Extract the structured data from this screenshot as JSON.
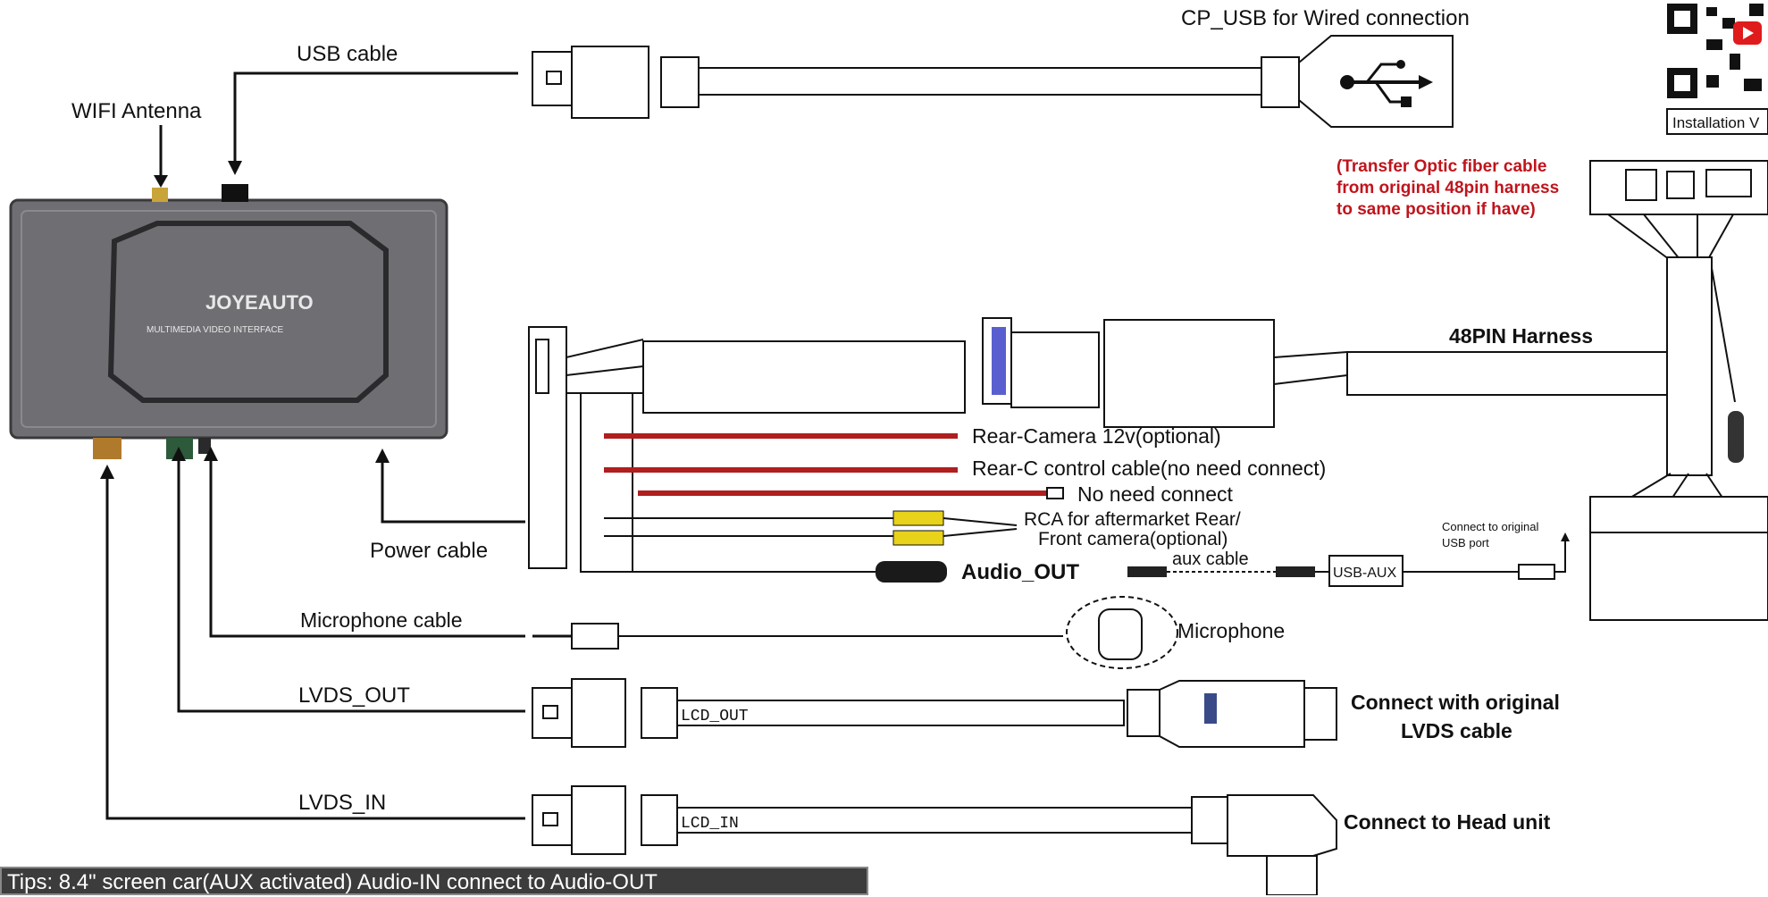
{
  "labels": {
    "usb_cable": "USB cable",
    "wifi_antenna": "WIFI Antenna",
    "cp_usb": "CP_USB for Wired connection",
    "installation": "Installation V",
    "transfer_note": [
      "(Transfer Optic fiber cable",
      "from original 48pin harness",
      "to same position if have)"
    ],
    "harness_48pin": "48PIN Harness",
    "rear_camera_12v": "Rear-Camera 12v(optional)",
    "rear_c_control": "Rear-C control cable(no need connect)",
    "no_need_connect": "No need connect",
    "rca_line1": "RCA for aftermarket Rear/",
    "rca_line2": "Front camera(optional)",
    "aux_cable": "aux cable",
    "audio_out": "Audio_OUT",
    "usb_aux": "USB-AUX",
    "connect_original_usb": [
      "Connect to original",
      "USB port"
    ],
    "power_cable": "Power cable",
    "microphone_cable": "Microphone cable",
    "microphone": "Microphone",
    "lvds_out": "LVDS_OUT",
    "lcd_out": "LCD_OUT",
    "connect_lvds": [
      "Connect with original",
      "LVDS cable"
    ],
    "lvds_in": "LVDS_IN",
    "lcd_in": "LCD_IN",
    "connect_head": "Connect to Head unit"
  },
  "device": {
    "brand": "JOYEAUTO",
    "subtitle": "MULTIMEDIA VIDEO INTERFACE"
  },
  "tips": "Tips: 8.4\" screen car(AUX activated) Audio-IN connect to Audio-OUT",
  "colors": {
    "device_body": "#6f6f73",
    "red_cable": "#b01e1e",
    "note_red": "#c0141c",
    "rca_yellow": "#e8d21a"
  },
  "icons": [
    "usb-icon",
    "qr-code-icon",
    "youtube-icon",
    "microphone-icon",
    "wifi-antenna-icon"
  ]
}
